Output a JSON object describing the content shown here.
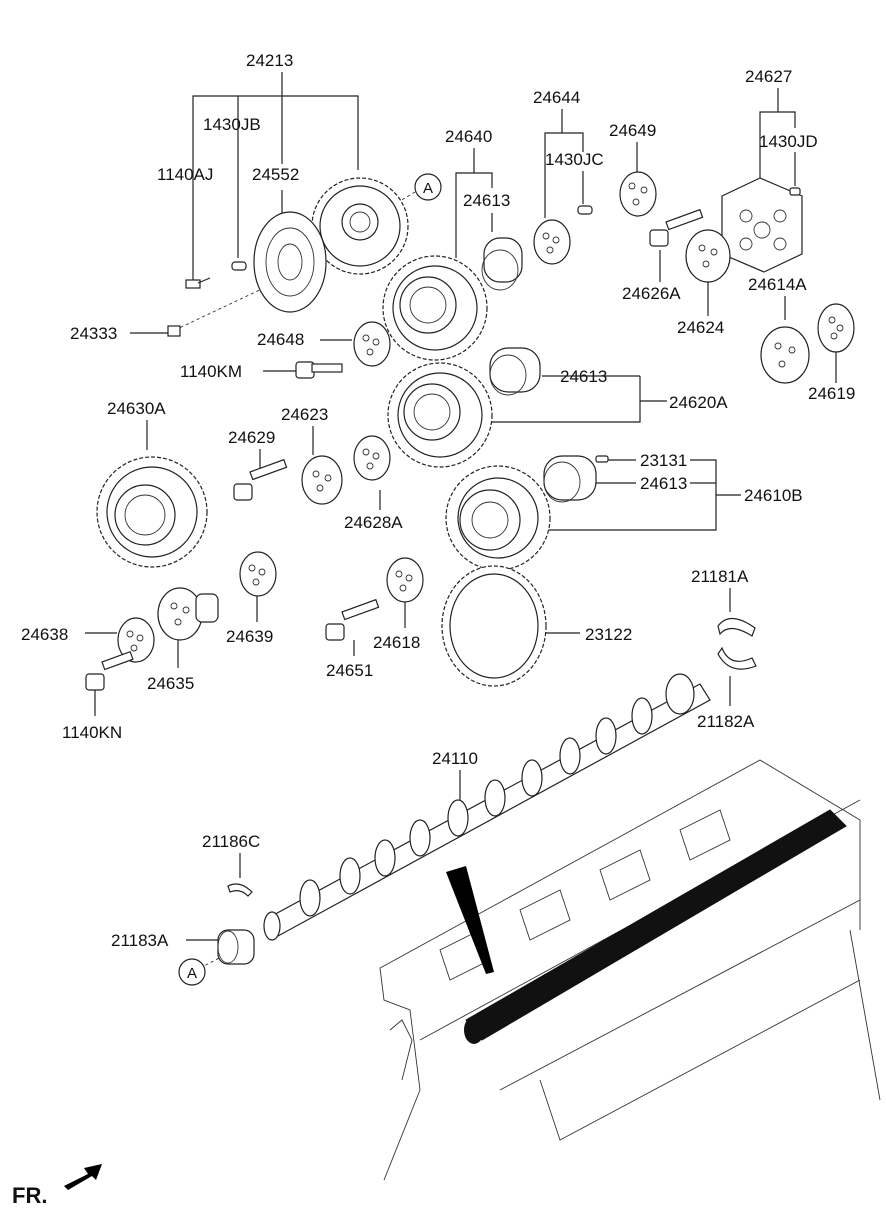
{
  "diagram": {
    "fr_label": "FR.",
    "ref_marker": "A",
    "labels": {
      "p24213": "24213",
      "p1430JB": "1430JB",
      "p1140AJ": "1140AJ",
      "p24552": "24552",
      "p24640": "24640",
      "p24613a": "24613",
      "p24644": "24644",
      "p1430JC": "1430JC",
      "p24649": "24649",
      "p24627": "24627",
      "p1430JD": "1430JD",
      "p24333": "24333",
      "p24648": "24648",
      "p1140KM": "1140KM",
      "p24626A": "24626A",
      "p24624": "24624",
      "p24614A": "24614A",
      "p24619": "24619",
      "p24613b": "24613",
      "p24620A": "24620A",
      "p24630A": "24630A",
      "p24623": "24623",
      "p24629": "24629",
      "p24628A": "24628A",
      "p23131": "23131",
      "p24613c": "24613",
      "p24610B": "24610B",
      "p24638": "24638",
      "p24639": "24639",
      "p24635": "24635",
      "p24651": "24651",
      "p24618": "24618",
      "p1140KN": "1140KN",
      "p23122": "23122",
      "p21181A": "21181A",
      "p21182A": "21182A",
      "p24110": "24110",
      "p21186C": "21186C",
      "p21183A": "21183A"
    }
  }
}
